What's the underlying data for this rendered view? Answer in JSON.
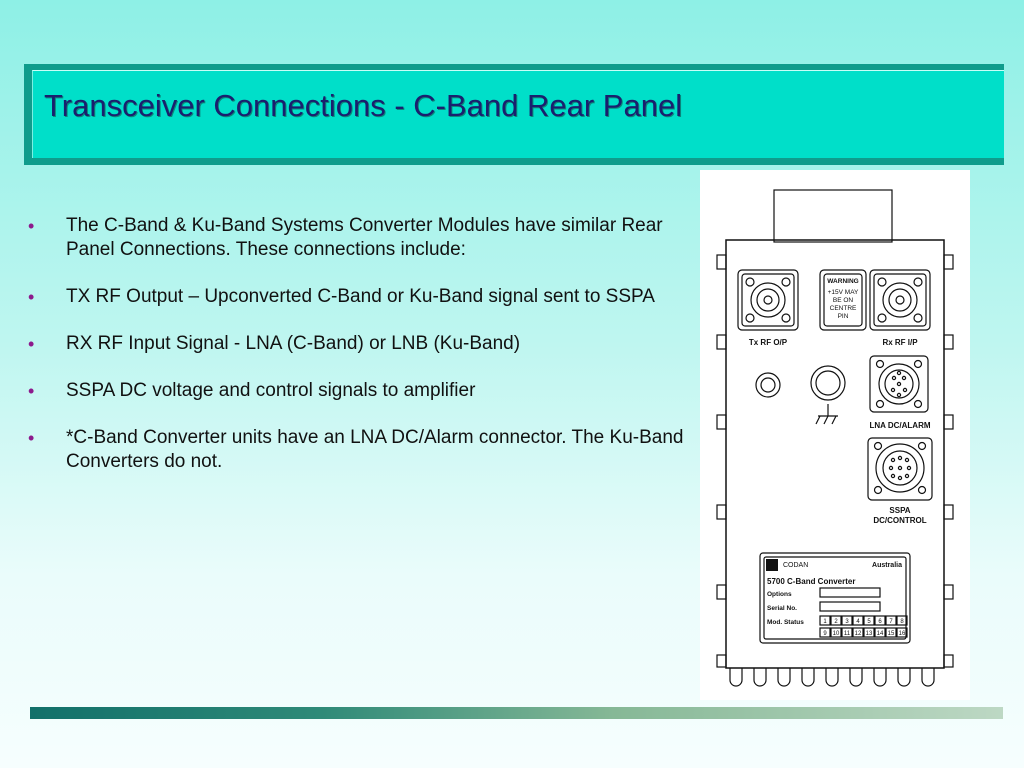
{
  "slide": {
    "title": "Transceiver Connections  -  C-Band Rear Panel",
    "bullets": [
      "The C-Band & Ku-Band Systems  Converter Modules have similar Rear Panel Connections. These connections include:",
      "TX RF Output – Upconverted C-Band or Ku-Band signal sent to SSPA",
      "RX RF Input Signal - LNA (C-Band) or LNB (Ku-Band)",
      "SSPA DC voltage and control signals to amplifier",
      "*C-Band Converter units have an LNA DC/Alarm connector. The Ku-Band Converters do not."
    ],
    "bullet_glyph": "•"
  },
  "panel": {
    "warning": [
      "WARNING",
      "+15V MAY",
      "BE ON",
      "CENTRE",
      "PIN"
    ],
    "tx_label": "Tx RF O/P",
    "rx_label": "Rx RF I/P",
    "lna_label": "LNA DC/ALARM",
    "sspa_label": [
      "SSPA",
      "DC/CONTROL"
    ],
    "plate": {
      "brand": "CODAN",
      "country": "Australia",
      "model": "5700 C-Band Converter",
      "options": "Options",
      "serial": "Serial No.",
      "mod_status": "Mod. Status",
      "status_row1": [
        "1",
        "2",
        "3",
        "4",
        "5",
        "6",
        "7",
        "8"
      ],
      "status_row2": [
        "9",
        "10",
        "11",
        "12",
        "13",
        "14",
        "15",
        "16"
      ]
    }
  },
  "colors": {
    "title_bg": "#00dfc9",
    "title_text": "#1a1f6e",
    "bullet": "#8c1a8c"
  }
}
